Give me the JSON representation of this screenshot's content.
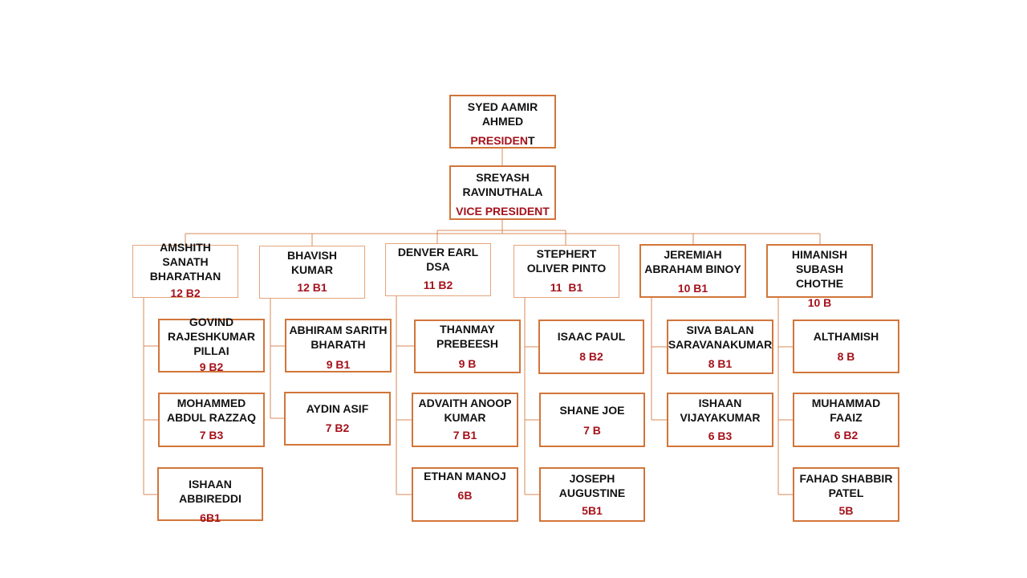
{
  "president": {
    "name": "SYED AAMIR\nAHMED",
    "role_main": "PRESIDEN",
    "role_tail": "T"
  },
  "vice_president": {
    "name": "SREYASH\nRAVINUTHALA",
    "role": "VICE PRESIDENT"
  },
  "columns": [
    {
      "head": {
        "name": "AMSHITH\nSANATH\nBHARATHAN",
        "class": "12 B2"
      },
      "members": [
        {
          "name": "GOVIND\nRAJESHKUMAR\nPILLAI",
          "class": "9 B2"
        },
        {
          "name": "MOHAMMED\nABDUL RAZZAQ",
          "class": "7 B3"
        },
        {
          "name": "ISHAAN ABBIREDDI",
          "class": "6B1"
        }
      ]
    },
    {
      "head": {
        "name": "BHAVISH\nKUMAR",
        "class": "12 B1"
      },
      "members": [
        {
          "name": "ABHIRAM SARITH\nBHARATH",
          "class": "9 B1"
        },
        {
          "name": "AYDIN ASIF",
          "class": "7 B2"
        }
      ]
    },
    {
      "head": {
        "name": "DENVER EARL\nDSA",
        "class": "11 B2"
      },
      "members": [
        {
          "name": "THANMAY\nPREBEESH",
          "class": "9 B"
        },
        {
          "name": "ADVAITH ANOOP\nKUMAR",
          "class": "7 B1"
        },
        {
          "name": "ETHAN MANOJ",
          "class": "6B"
        }
      ]
    },
    {
      "head": {
        "name": "STEPHERT\nOLIVER PINTO",
        "class": "11  B1"
      },
      "members": [
        {
          "name": "ISAAC PAUL",
          "class": "8 B2"
        },
        {
          "name": "SHANE JOE",
          "class": "7 B"
        },
        {
          "name": "JOSEPH\nAUGUSTINE",
          "class": "5B1"
        }
      ]
    },
    {
      "head": {
        "name": "JEREMIAH\nABRAHAM BINOY",
        "class": "10 B1"
      },
      "members": [
        {
          "name": "SIVA BALAN\nSARAVANAKUMAR",
          "class": "8 B1"
        },
        {
          "name": "ISHAAN\nVIJAYAKUMAR",
          "class": "6 B3"
        }
      ]
    },
    {
      "head": {
        "name": "HIMANISH SUBASH\nCHOTHE",
        "class": "10 B"
      },
      "members": [
        {
          "name": "ALTHAMISH",
          "class": "8 B"
        },
        {
          "name": "MUHAMMAD\nFAAIZ",
          "class": "6 B2"
        },
        {
          "name": "FAHAD SHABBIR\nPATEL",
          "class": "5B"
        }
      ]
    }
  ]
}
